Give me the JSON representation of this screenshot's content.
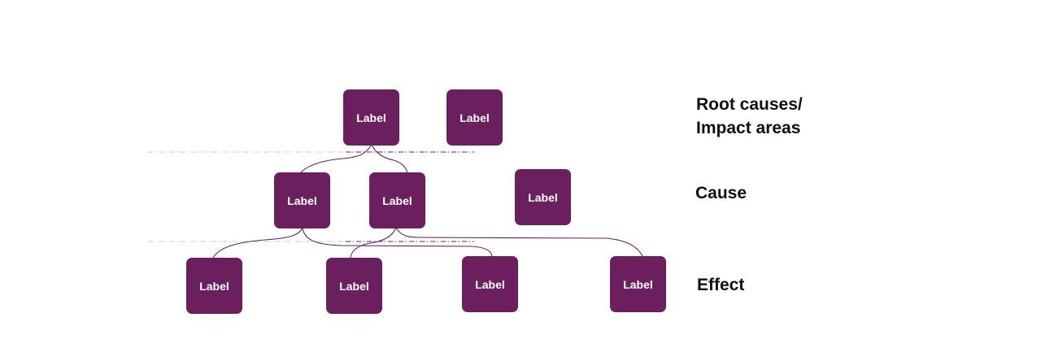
{
  "colors": {
    "node_fill": "#6b1f5f",
    "node_text": "#ffffff",
    "connector": "#6b1f5f",
    "divider": "#c8c8c8",
    "divider_accent": "#6b1f5f"
  },
  "levels": {
    "root": "Root causes/\nImpact areas",
    "cause": "Cause",
    "effect": "Effect"
  },
  "nodes": {
    "root_1": "Label",
    "root_2": "Label",
    "cause_1": "Label",
    "cause_2": "Label",
    "cause_3": "Label",
    "effect_1": "Label",
    "effect_2": "Label",
    "effect_3": "Label",
    "effect_4": "Label"
  }
}
